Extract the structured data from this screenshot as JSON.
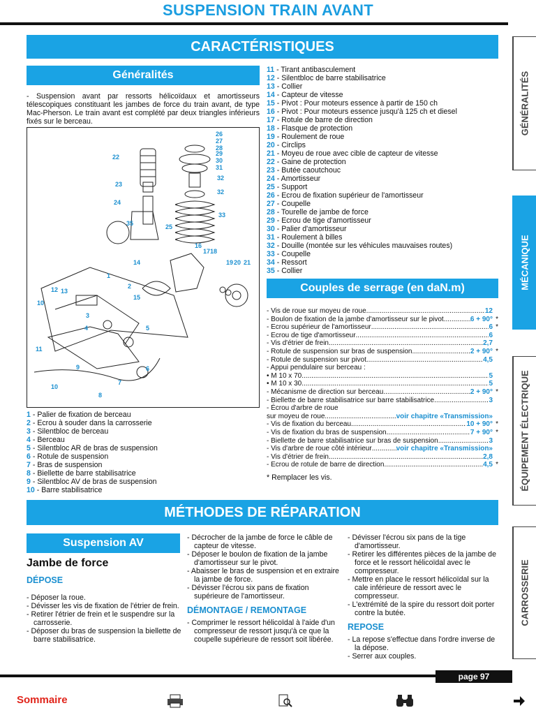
{
  "header": {
    "title": "SUSPENSION TRAIN AVANT"
  },
  "banners": {
    "caracteristiques": "CARACTÉRISTIQUES",
    "generalites": "Généralités",
    "couples": "Couples de serrage (en daN.m)",
    "methodes": "MÉTHODES DE RÉPARATION",
    "suspension_av": "Suspension AV"
  },
  "generalites_text": "- Suspension avant par ressorts hélicoïdaux et amortisseurs télescopiques constituant les jambes de force du train avant, de type Mac-Pherson. Le train avant est complété par deux triangles inférieurs fixés sur le berceau.",
  "figure_labels": [
    "26",
    "27",
    "28",
    "29",
    "30",
    "31",
    "32",
    "32",
    "33",
    "22",
    "23",
    "24",
    "35",
    "25",
    "16",
    "17",
    "18",
    "19",
    "20",
    "21",
    "14",
    "1",
    "2",
    "12",
    "13",
    "10",
    "15",
    "3",
    "4",
    "5",
    "11",
    "9",
    "6",
    "7",
    "8",
    "10"
  ],
  "legend": [
    {
      "n": "1",
      "t": " - Palier de fixation de berceau"
    },
    {
      "n": "2",
      "t": " - Ecrou à souder dans la carrosserie"
    },
    {
      "n": "3",
      "t": " - Silentbloc de berceau"
    },
    {
      "n": "4",
      "t": " - Berceau"
    },
    {
      "n": "5",
      "t": " - Silentbloc AR de bras de suspension"
    },
    {
      "n": "6",
      "t": " - Rotule de suspension"
    },
    {
      "n": "7",
      "t": " - Bras de suspension"
    },
    {
      "n": "8",
      "t": " - Biellette de barre stabilisatrice"
    },
    {
      "n": "9",
      "t": " - Silentbloc AV de bras de suspension"
    },
    {
      "n": "10",
      "t": " - Barre stabilisatrice"
    }
  ],
  "parts": [
    {
      "n": "11",
      "t": " - Tirant antibasculement"
    },
    {
      "n": "12",
      "t": " - Silentbloc de barre stabilisatrice"
    },
    {
      "n": "13",
      "t": " - Collier"
    },
    {
      "n": "14",
      "t": " - Capteur de vitesse"
    },
    {
      "n": "15",
      "t": " - Pivot : Pour moteurs essence à partir de 150 ch"
    },
    {
      "n": "16",
      "t": " - Pivot : Pour moteurs essence jusqu'à 125 ch et diesel"
    },
    {
      "n": "17",
      "t": " - Rotule de barre de direction"
    },
    {
      "n": "18",
      "t": " - Flasque de protection"
    },
    {
      "n": "19",
      "t": " - Roulement de roue"
    },
    {
      "n": "20",
      "t": " - Circlips"
    },
    {
      "n": "21",
      "t": " - Moyeu de roue avec cible de capteur de vitesse"
    },
    {
      "n": "22",
      "t": " - Gaine de protection"
    },
    {
      "n": "23",
      "t": " - Butée caoutchouc"
    },
    {
      "n": "24",
      "t": " - Amortisseur"
    },
    {
      "n": "25",
      "t": " - Support"
    },
    {
      "n": "26",
      "t": " - Ecrou de fixation supérieur de l'amortisseur"
    },
    {
      "n": "27",
      "t": " - Coupelle"
    },
    {
      "n": "28",
      "t": " - Tourelle de jambe de force"
    },
    {
      "n": "29",
      "t": " - Ecrou de tige d'amortisseur"
    },
    {
      "n": "30",
      "t": " - Palier d'amortisseur"
    },
    {
      "n": "31",
      "t": " - Roulement à billes"
    },
    {
      "n": "32",
      "t": " - Douille (montée sur les véhicules mauvaises routes)"
    },
    {
      "n": "33",
      "t": " - Coupelle"
    },
    {
      "n": "34",
      "t": " - Ressort"
    },
    {
      "n": "35",
      "t": " - Collier"
    }
  ],
  "couples": [
    {
      "label": "- Vis de roue sur moyeu de roue",
      "value": "12",
      "star": ""
    },
    {
      "label": "- Boulon de fixation de la jambe d'amortisseur sur le pivot",
      "value": "6 + 90°",
      "star": "*"
    },
    {
      "label": "- Ecrou supérieur de l'amortisseur",
      "value": "6",
      "star": "*"
    },
    {
      "label": "- Ecrou de tige d'amortisseur",
      "value": "6",
      "star": ""
    },
    {
      "label": "- Vis d'étrier de frein",
      "value": "2,7",
      "star": ""
    },
    {
      "label": "- Rotule de suspension sur bras de suspension",
      "value": "2 + 90°",
      "star": "*"
    },
    {
      "label": "- Rotule de suspension sur pivot",
      "value": "4,5",
      "star": ""
    },
    {
      "label": "- Appui pendulaire sur berceau :",
      "value": "",
      "star": ""
    },
    {
      "label": "   • M 10 x 70",
      "value": "5",
      "star": ""
    },
    {
      "label": "   • M 10 x 30",
      "value": "5",
      "star": ""
    },
    {
      "label": "- Mécanisme de direction sur berceau",
      "value": "2 + 90°",
      "star": "*"
    },
    {
      "label": "- Biellette de barre stabilisatrice sur barre stabilisatrice",
      "value": "3",
      "star": ""
    },
    {
      "label": "- Écrou d'arbre de roue",
      "value": "",
      "star": ""
    },
    {
      "label": "   sur moyeu de roue",
      "value": "voir chapitre «Transmission»",
      "star": ""
    },
    {
      "label": "- Vis de fixation du berceau",
      "value": "10 + 90°",
      "star": "*"
    },
    {
      "label": "- Vis de fixation du bras de suspension",
      "value": "7 + 90°",
      "star": "*"
    },
    {
      "label": "- Biellette de barre stabilisatrice sur bras de suspension",
      "value": "3",
      "star": ""
    },
    {
      "label": "- Vis d'arbre de roue côté intérieur",
      "value": "voir chapitre «Transmission»",
      "star": ""
    },
    {
      "label": "- Vis d'étrier de frein",
      "value": "2,8",
      "star": ""
    },
    {
      "label": "- Ecrou de rotule de barre de direction",
      "value": "4,5",
      "star": "*"
    }
  ],
  "couples_remark": "* Remplacer les vis.",
  "methodes": {
    "jambe_title": "Jambe de force",
    "depose_title": "DÉPOSE",
    "depose": [
      "- Déposer la roue.",
      "- Dévisser les vis de fixation de l'étrier de frein.",
      "- Retirer l'étrier de frein et le suspendre sur la carrosserie.",
      "- Déposer du bras de suspension la biellette de barre stabilisatrice."
    ],
    "col2": [
      "- Décrocher de la jambe de force le câble de capteur de vitesse.",
      "- Déposer le boulon de fixation de la jambe d'amortisseur sur le pivot.",
      "- Abaisser le bras de suspension et en extraire la jambe de force.",
      "- Dévisser l'écrou six pans de fixation supérieure de l'amortisseur."
    ],
    "demontage_title": "DÉMONTAGE / REMONTAGE",
    "demontage": [
      "- Comprimer le ressort hélicoïdal à l'aide d'un compresseur de ressort jusqu'à ce que la coupelle supérieure de ressort soit libérée."
    ],
    "col3": [
      "- Dévisser l'écrou six pans de la tige d'amortisseur.",
      "- Retirer les différentes pièces de la jambe de force et le ressort hélicoïdal avec le compresseur.",
      "- Mettre en place le ressort hélicoïdal sur la cale inférieure de ressort avec le compresseur.",
      "- L'extrémité de la spire du ressort doit porter contre la butée."
    ],
    "repose_title": "REPOSE",
    "repose": [
      "- La repose s'effectue dans l'ordre inverse de la dépose.",
      "- Serrer aux couples."
    ]
  },
  "side_tabs": [
    "GÉNÉRALITÉS",
    "MÉCANIQUE",
    "ÉQUIPEMENT ÉLECTRIQUE",
    "CARROSSERIE"
  ],
  "footer": {
    "page": "page 97",
    "sommaire": "Sommaire"
  },
  "icons": [
    "printer-icon",
    "search-document-icon",
    "binoculars-icon",
    "arrow-right-icon"
  ],
  "colors": {
    "accent": "#1aa3e4",
    "number": "#1a8fd0",
    "sommaire": "#e0241a"
  }
}
